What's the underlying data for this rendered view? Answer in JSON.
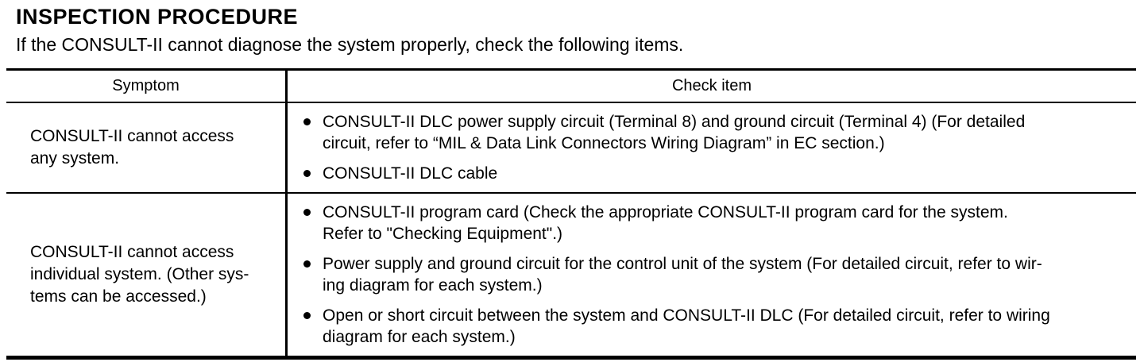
{
  "title": "INSPECTION PROCEDURE",
  "intro": "If the CONSULT-II cannot diagnose the system properly, check the following items.",
  "table": {
    "headers": [
      "Symptom",
      "Check item"
    ],
    "rows": [
      {
        "symptom_lines": [
          "CONSULT-II cannot access",
          "any system."
        ],
        "checks": [
          {
            "lines": [
              "CONSULT-II DLC power supply circuit (Terminal 8) and ground circuit (Terminal 4) (For detailed",
              "circuit, refer to “MIL & Data Link Connectors Wiring Diagram” in EC section.)"
            ]
          },
          {
            "lines": [
              "CONSULT-II DLC cable"
            ]
          }
        ]
      },
      {
        "symptom_lines": [
          "CONSULT-II cannot access",
          "individual system. (Other sys-",
          "tems can be accessed.)"
        ],
        "checks": [
          {
            "lines": [
              "CONSULT-II program card (Check the appropriate CONSULT-II program card for the system.",
              "Refer to \"Checking Equipment\".)"
            ]
          },
          {
            "lines": [
              "Power supply and ground circuit for the control unit of the system (For detailed circuit, refer to wir-",
              "ing diagram for each system.)"
            ]
          },
          {
            "lines": [
              "Open or short circuit between the system and CONSULT-II DLC (For detailed circuit, refer to wiring",
              "diagram for each system.)"
            ]
          }
        ]
      }
    ]
  }
}
